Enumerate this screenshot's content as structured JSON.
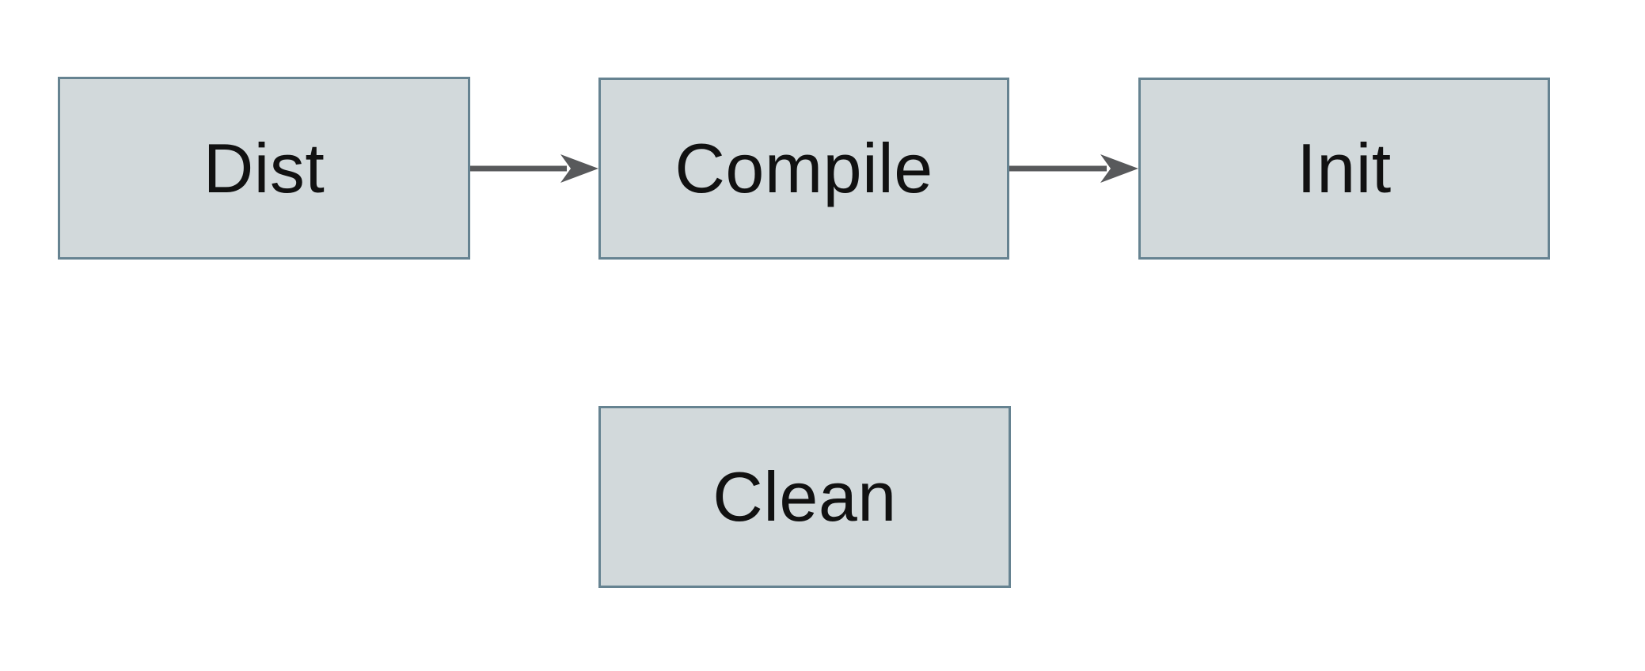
{
  "diagram": {
    "nodes": [
      {
        "id": "dist",
        "label": "Dist"
      },
      {
        "id": "compile",
        "label": "Compile"
      },
      {
        "id": "init",
        "label": "Init"
      },
      {
        "id": "clean",
        "label": "Clean"
      }
    ],
    "edges": [
      {
        "from": "Dist",
        "to": "Compile",
        "style": "solid-arrow-right"
      },
      {
        "from": "Compile",
        "to": "Init",
        "style": "solid-arrow-right"
      }
    ]
  },
  "colors": {
    "background": "#ffffff",
    "node_fill": "#d2d9db",
    "node_border": "#668391",
    "arrow": "#58595b",
    "text": "#111111"
  }
}
